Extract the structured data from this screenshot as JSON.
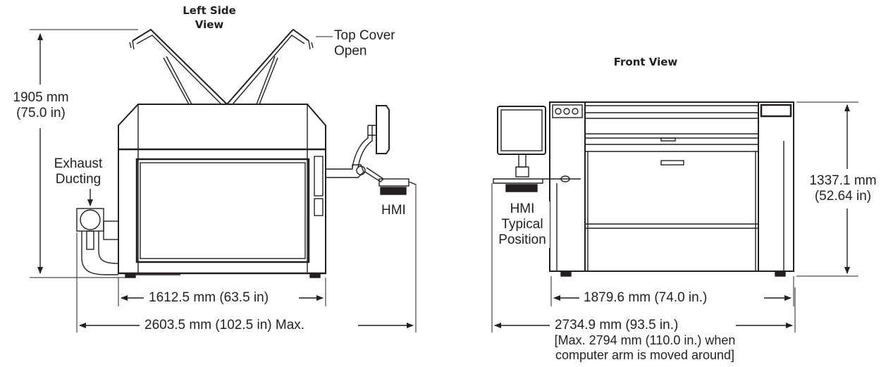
{
  "left_view": {
    "title_line1": "Left Side",
    "title_line2": "View",
    "top_cover_line1": "Top Cover",
    "top_cover_line2": "Open",
    "height_mm": "1905 mm",
    "height_in": "(75.0 in)",
    "exhaust_line1": "Exhaust",
    "exhaust_line2": "Ducting",
    "hmi": "HMI",
    "width_inner": "1612.5 mm (63.5 in)",
    "width_max": "2603.5 mm (102.5 in) Max."
  },
  "front_view": {
    "title": "Front View",
    "height_mm": "1337.1 mm",
    "height_in": "(52.64 in)",
    "hmi_line1": "HMI",
    "hmi_line2": "Typical",
    "hmi_line3": "Position",
    "width_inner": "1879.6 mm (74.0 in.)",
    "width_total": "2734.9 mm (93.5 in.)",
    "note_line1": "[Max. 2794 mm (110.0 in.) when",
    "note_line2": "computer arm is moved around]"
  },
  "colors": {
    "line": "#231f20",
    "background": "#ffffff"
  }
}
